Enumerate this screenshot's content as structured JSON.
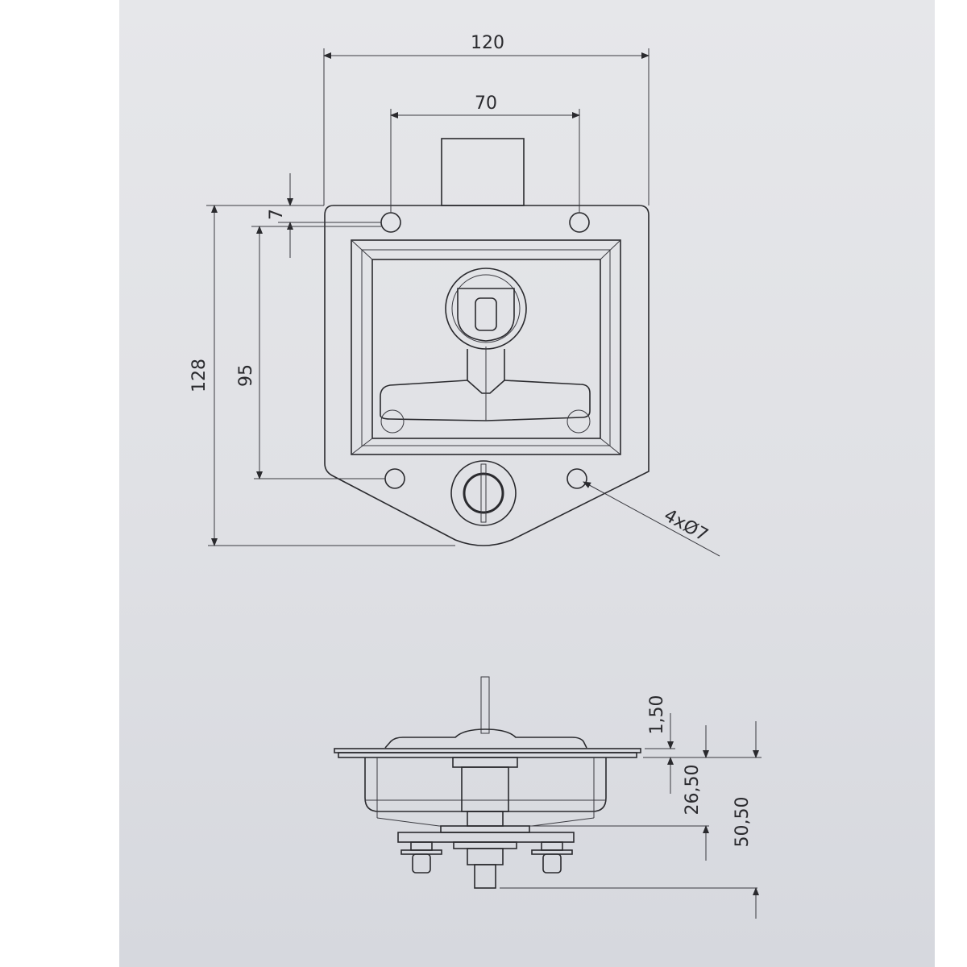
{
  "top_view": {
    "dimensions": {
      "overall_width": "120",
      "hole_spacing": "70",
      "hole_offset": "7",
      "overall_height": "128",
      "hole_vertical_spacing": "95",
      "hole_callout": "4xØ7"
    }
  },
  "side_view": {
    "dimensions": {
      "flange_thickness": "1,50",
      "body_depth": "26,50",
      "overall_depth": "50,50"
    }
  }
}
